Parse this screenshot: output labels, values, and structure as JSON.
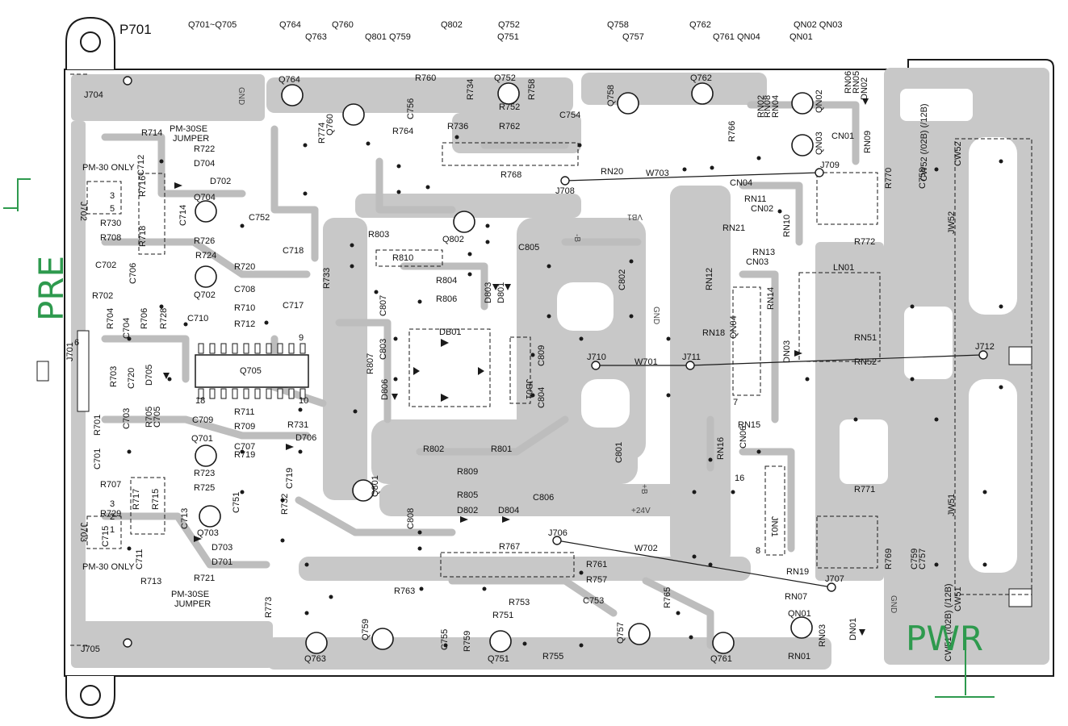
{
  "header": {
    "connector": "P701",
    "groups": [
      {
        "key": "q701",
        "text": "Q701~Q705"
      },
      {
        "key": "q764",
        "text": "Q764"
      },
      {
        "key": "q760",
        "text": "Q760"
      },
      {
        "key": "q763",
        "text": "Q763"
      },
      {
        "key": "q801",
        "text": "Q801 Q759"
      },
      {
        "key": "q802",
        "text": "Q802"
      },
      {
        "key": "q752",
        "text": "Q752"
      },
      {
        "key": "q751",
        "text": "Q751"
      },
      {
        "key": "q758",
        "text": "Q758"
      },
      {
        "key": "q757",
        "text": "Q757"
      },
      {
        "key": "q762",
        "text": "Q762"
      },
      {
        "key": "q761",
        "text": "Q761 QN04"
      },
      {
        "key": "qn02",
        "text": "QN02 QN03"
      },
      {
        "key": "qn01",
        "text": "QN01"
      }
    ]
  },
  "notes": {
    "pm30_only": "PM-30 ONLY",
    "pm30se": "PM-30SE",
    "jumper": "JUMPER",
    "gnd": "GND",
    "plus24v": "+24V",
    "plus_b": "+B",
    "minus_b": "-B",
    "vb1": "VB1"
  },
  "handwritten": {
    "pre": "PRE",
    "pwr": "PWR"
  },
  "parts": {
    "transistors": [
      "Q764",
      "Q760",
      "Q752",
      "Q758",
      "Q762",
      "QN02",
      "QN03",
      "Q704",
      "Q802",
      "Q702",
      "Q701",
      "Q801",
      "Q703",
      "Q763",
      "Q759",
      "Q751",
      "Q757",
      "Q761",
      "QN01",
      "QN04"
    ],
    "ics": [
      "Q705",
      "DB01",
      "JB01",
      "LN01",
      "JN01",
      "JW51",
      "JW52"
    ],
    "connectors": [
      "J701",
      "J702",
      "J703",
      "J704",
      "J705",
      "J706",
      "J707",
      "J708",
      "J709",
      "J710",
      "J711",
      "J712"
    ],
    "wires": [
      "W701",
      "W702",
      "W703"
    ],
    "resistors": [
      "R760",
      "R764",
      "R774",
      "R734",
      "R752",
      "R758",
      "R736",
      "R762",
      "R768",
      "R714",
      "R722",
      "R730",
      "R708",
      "R716",
      "R718",
      "R726",
      "R724",
      "R720",
      "R710",
      "R712",
      "R702",
      "R704",
      "R706",
      "R728",
      "R701",
      "R703",
      "R705",
      "R711",
      "R709",
      "R719",
      "R707",
      "R729",
      "R717",
      "R715",
      "R723",
      "R725",
      "R713",
      "R721",
      "R731",
      "R732",
      "R733",
      "R803",
      "R810",
      "R804",
      "R806",
      "R807",
      "R802",
      "R801",
      "R809",
      "R805",
      "R767",
      "R761",
      "R757",
      "R763",
      "R773",
      "R753",
      "R751",
      "R759",
      "R755",
      "R765",
      "R766",
      "R772",
      "R771",
      "R769",
      "R770",
      "RN01",
      "RN02",
      "RN03",
      "RN04",
      "RN05",
      "RN06",
      "RN07",
      "RN08",
      "RN09",
      "RN10",
      "RN11",
      "RN12",
      "RN13",
      "RN14",
      "RN15",
      "RN16",
      "RN18",
      "RN19",
      "RN20",
      "RN21",
      "RN51",
      "RN52"
    ],
    "capacitors": [
      "C756",
      "C754",
      "C712",
      "C714",
      "C752",
      "C702",
      "C706",
      "C718",
      "C717",
      "C708",
      "C710",
      "C704",
      "C720",
      "C703",
      "C705",
      "C709",
      "C707",
      "C701",
      "C711",
      "C715",
      "C713",
      "C751",
      "C719",
      "C805",
      "C807",
      "C803",
      "C802",
      "C809",
      "C804",
      "C801",
      "C808",
      "C806",
      "C755",
      "C753",
      "C757",
      "C758",
      "C759",
      "CN01",
      "CN02",
      "CN03",
      "CN04",
      "CN06",
      "CW51",
      "CW52"
    ],
    "diodes": [
      "D704",
      "D702",
      "D705",
      "D706",
      "D701",
      "D703",
      "D803",
      "D801",
      "D806",
      "D802",
      "D804",
      "DN02",
      "DN01",
      "DN03"
    ]
  },
  "cw52_note": "CW52 (/02B) (/12B)",
  "cw51_note": "CW51 (/02B) (/12B)",
  "pin_numbers": [
    "3",
    "5",
    "6",
    "9",
    "10",
    "18",
    "8",
    "1",
    "2",
    "3",
    "7",
    "16"
  ]
}
